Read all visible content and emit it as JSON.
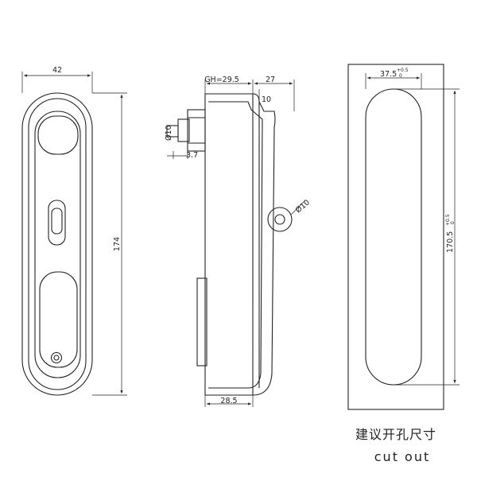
{
  "front_view": {
    "width_dim": "42",
    "height_dim": "174"
  },
  "side_view": {
    "gh_dim": "GH=29.5",
    "depth_dim": "27",
    "flange_dim": "10",
    "shaft_dim": "Ø10",
    "step_dim": "3.7",
    "hole_dim": "Ø10",
    "base_dim": "28.5"
  },
  "cutout_view": {
    "width_dim": "37.5",
    "width_tol_upper": "+0.5",
    "width_tol_lower": "0",
    "height_dim": "170.5",
    "height_tol_upper": "+0.5",
    "height_tol_lower": "0"
  },
  "caption": {
    "chinese": "建议开孔尺寸",
    "english": "cut out"
  }
}
